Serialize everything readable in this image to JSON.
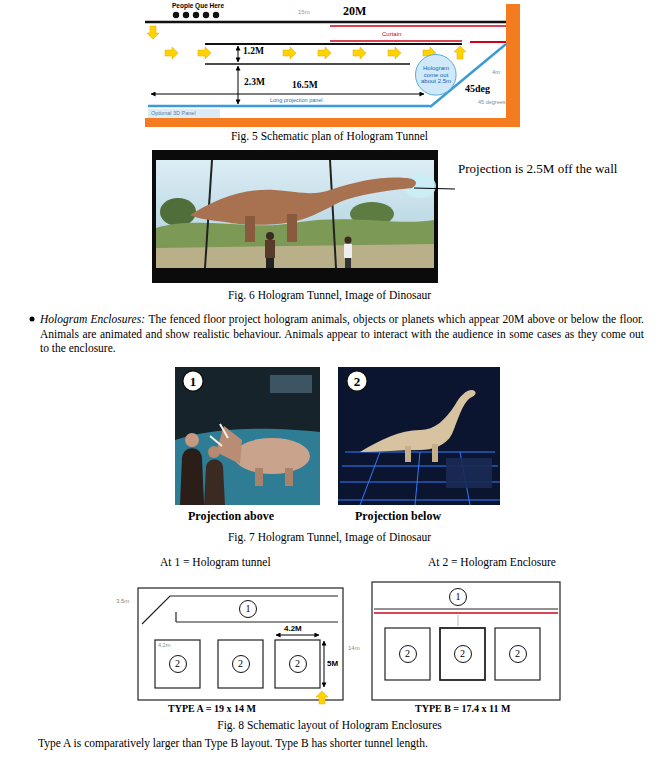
{
  "diagram": {
    "nodes": [
      {
        "text": [
          "Hologram come out about 2.5m"
        ]
      },
      {
        "text": [
          "1"
        ]
      },
      {
        "text": [
          "2"
        ]
      },
      {
        "text": [
          "1"
        ]
      },
      {
        "text": [
          "2"
        ]
      },
      {
        "text": [
          "2"
        ]
      },
      {
        "text": [
          "2"
        ]
      },
      {
        "text": [
          "1"
        ]
      },
      {
        "text": [
          "2"
        ]
      },
      {
        "text": [
          "2"
        ]
      },
      {
        "text": [
          "2"
        ]
      }
    ],
    "labels": [
      "People Que Here",
      "15m",
      "20M",
      "Curtain",
      "1.2M",
      "2.3M",
      "16.5M",
      "Long projection panel",
      "4m",
      "45deg",
      "45 degrees",
      "Optional 3D Panel",
      "Fig. 5 Schematic plan of Hologram Tunnel",
      "Projection is 2.5M off the wall",
      "Fig. 6 Hologram Tunnel, Image of Dinosaur",
      "Hologram Enclosures:",
      "The fenced floor project hologram animals, objects or planets which appear 20M above or below the floor. Animals are animated and show realistic behaviour. Animals appear to interact with the audience in some cases as they come out to the enclosure.",
      "Projection above",
      "Projection below",
      "Fig. 7 Hologram Tunnel, Image of Dinosaur",
      "At 1 = Hologram tunnel",
      "At 2 = Hologram Enclosure",
      "3.5m",
      "4.2m",
      "4.2M",
      "5M",
      "14m",
      "TYPE A = 19 x 14 M",
      "TYPE B = 17.4 x 11 M",
      "Fig. 8 Schematic layout of Hologram Enclosures",
      "Type A is comparatively larger than Type B layout. Type B has shorter tunnel length."
    ]
  }
}
